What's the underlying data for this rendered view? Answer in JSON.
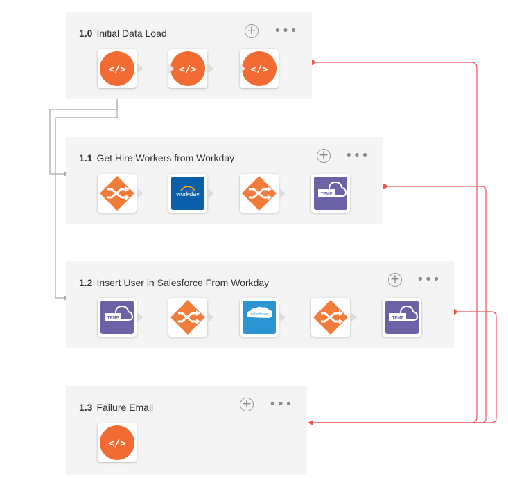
{
  "colors": {
    "accent": "#f26b32",
    "line_red": "#ef5350",
    "purple": "#6b63a6",
    "workday_blue": "#0a5fa8",
    "salesforce_blue": "#2b94d2"
  },
  "panels": [
    {
      "number": "1.0",
      "title": "Initial Data Load",
      "steps": [
        "script-icon",
        "script-icon",
        "script-icon"
      ]
    },
    {
      "number": "1.1",
      "title": "Get Hire Workers from Workday",
      "steps": [
        "map-icon",
        "workday-icon",
        "map-icon",
        "temp-cloud-icon"
      ]
    },
    {
      "number": "1.2",
      "title": "Insert User in Salesforce From Workday",
      "steps": [
        "temp-cloud-icon",
        "map-icon",
        "salesforce-icon",
        "map-icon",
        "temp-cloud-icon"
      ]
    },
    {
      "number": "1.3",
      "title": "Failure Email",
      "steps": [
        "script-icon"
      ]
    }
  ],
  "icon_text": {
    "script": "</>",
    "workday": "workday",
    "salesforce": "salesforce",
    "temp": "TEMP"
  },
  "controls": {
    "add": "+",
    "more": "•••"
  }
}
